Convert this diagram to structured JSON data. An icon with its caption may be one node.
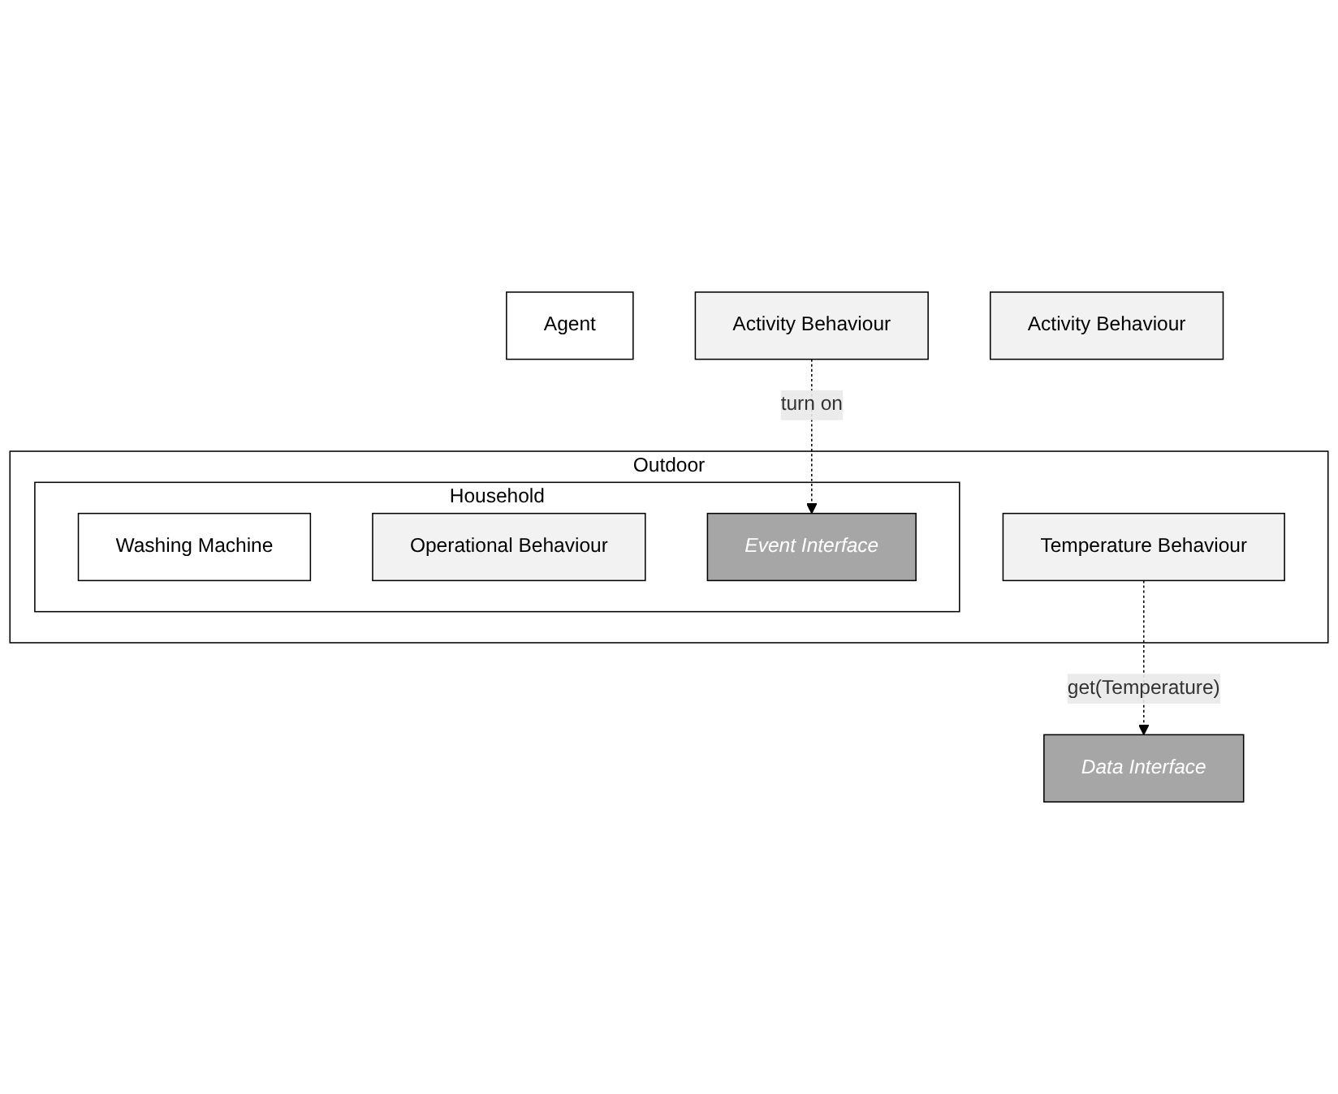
{
  "diagram": {
    "nodes": [
      {
        "text": [
          "Agent"
        ]
      },
      {
        "text": [
          "Activity Behaviour"
        ]
      },
      {
        "text": [
          "Outdoor"
        ]
      },
      {
        "text": [
          "Household"
        ],
        "in": 2
      },
      {
        "text": [
          "Washing Machine"
        ],
        "in": 3
      },
      {
        "text": [
          "Operational Behaviour"
        ],
        "in": 3
      },
      {
        "text": [
          "Event Interface"
        ],
        "in": 3
      },
      {
        "text": [
          "Temperature Behaviour"
        ],
        "in": 2
      },
      {
        "text": [
          "Activity Behaviour"
        ]
      },
      {
        "text": [
          "Data Interface"
        ]
      }
    ],
    "edges": [
      {
        "from": 1,
        "to": 6,
        "arrow": "to",
        "label": "turn on",
        "style": "dashed"
      },
      {
        "from": 7,
        "to": 9,
        "arrow": "to",
        "label": "get(Temperature)",
        "style": "dashed"
      }
    ]
  }
}
